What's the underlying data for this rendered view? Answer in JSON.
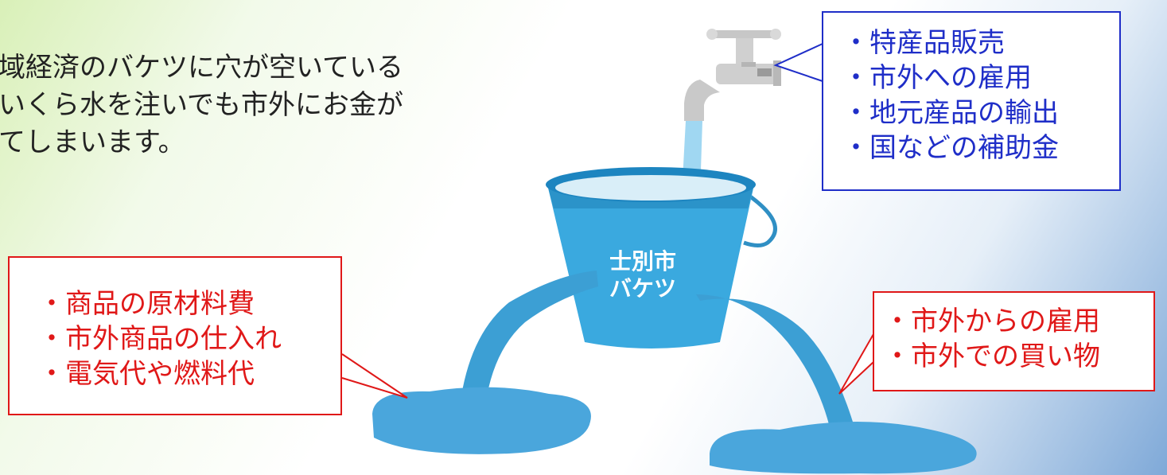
{
  "intro_lines": [
    "域経済のバケツに穴が空いている",
    "いくら水を注いでも市外にお金が",
    "てしまいます。"
  ],
  "inflow_items": [
    "・特産品販売",
    "・市外への雇用",
    "・地元産品の輸出",
    "・国などの補助金"
  ],
  "bucket_label": [
    "士別市",
    "バケツ"
  ],
  "outflow_left_items": [
    "・商品の原材料費",
    "・市外商品の仕入れ",
    "・電気代や燃料代"
  ],
  "outflow_right_items": [
    "・市外からの雇用",
    "・市外での買い物"
  ],
  "colors": {
    "inflow_border": "#1f2ec8",
    "outflow_border": "#e01818",
    "bucket": "#3aa9df",
    "water": "#5cb8e8"
  }
}
